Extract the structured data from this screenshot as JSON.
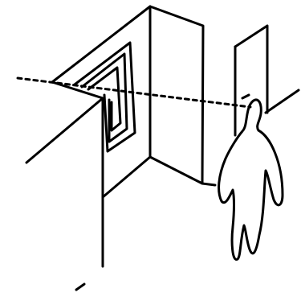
{
  "illustration": {
    "background_color": "#ffffff",
    "ink_color": "#000000",
    "style": "black line drawing on white",
    "subject": [
      "corner-wall",
      "window",
      "open-door",
      "person-silhouette",
      "dotted-sight-line"
    ],
    "sight_line_style": "dotted"
  }
}
